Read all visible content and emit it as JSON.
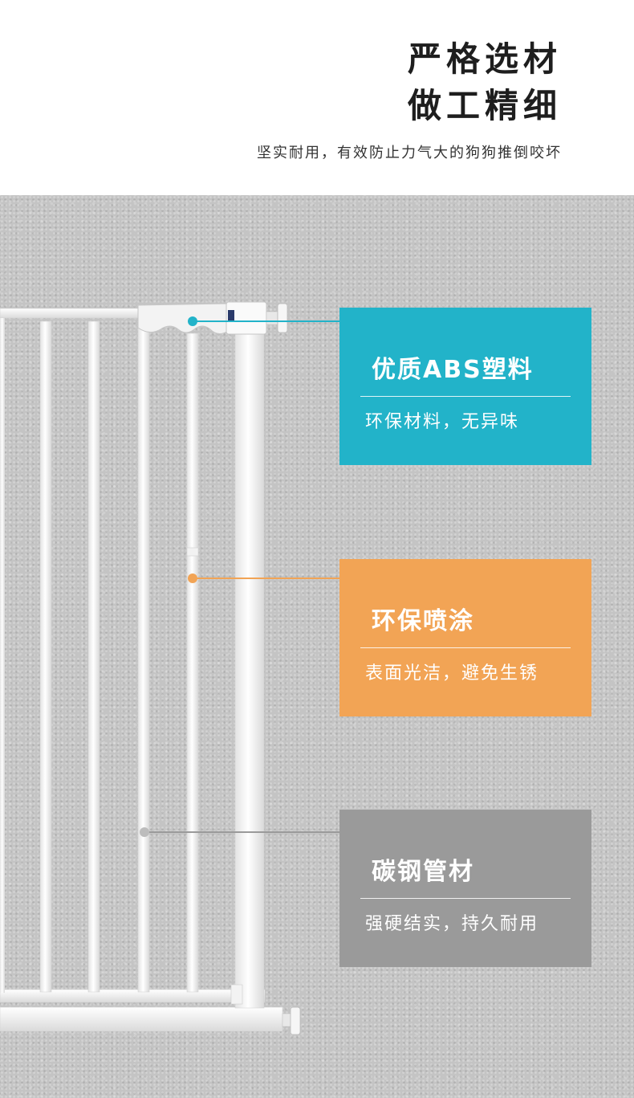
{
  "header": {
    "title_line1": "严格选材",
    "title_line2": "做工精细",
    "subtitle": "坚实耐用，有效防止力气大的狗狗推倒咬坏"
  },
  "features": [
    {
      "title": "优质ABS塑料",
      "desc": "环保材料，无异味",
      "color": "#22b3c9"
    },
    {
      "title": "环保喷涂",
      "desc": "表面光洁，避免生锈",
      "color": "#f2a455"
    },
    {
      "title": "碳钢管材",
      "desc": "强硬结实，持久耐用",
      "color": "#9a9a9a"
    }
  ],
  "colors": {
    "wall": "#c4c4c4",
    "gate": "#ffffff",
    "heading": "#1e1e1e"
  }
}
